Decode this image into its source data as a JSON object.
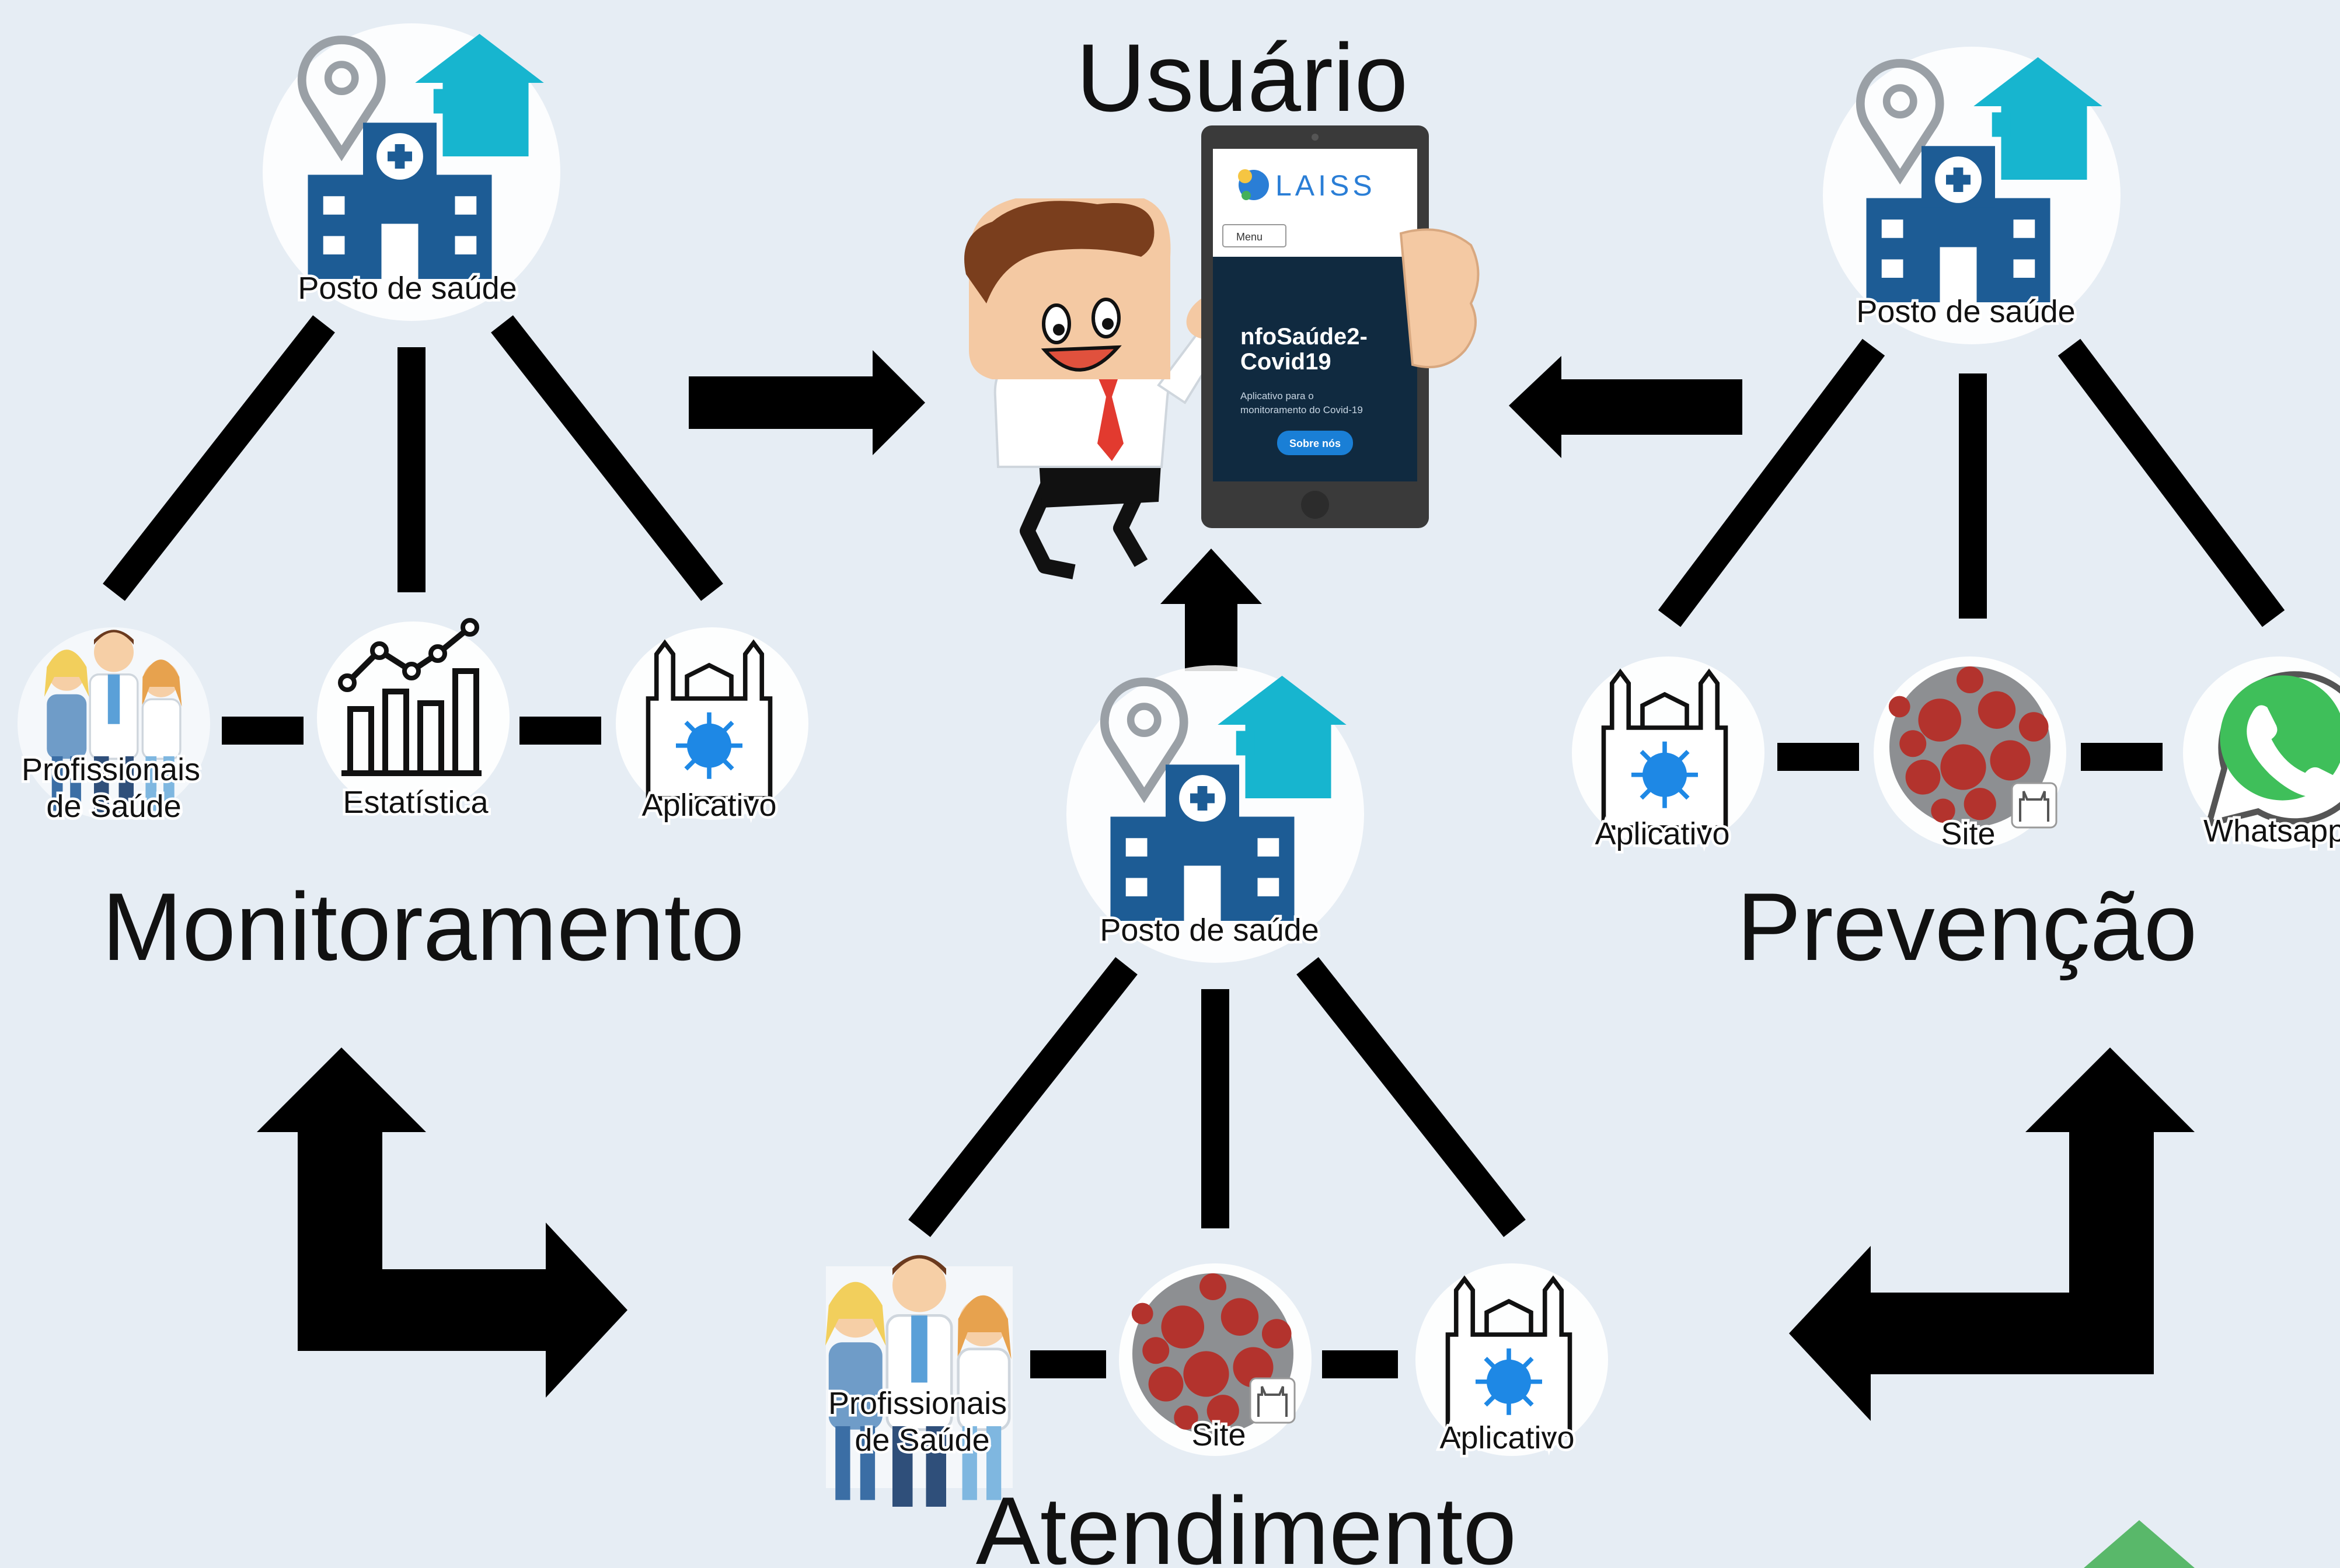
{
  "title": "Usuário",
  "sections": {
    "monitoramento": "Monitoramento",
    "prevencao": "Prevenção",
    "atendimento": "Atendimento"
  },
  "nodes": {
    "posto": "Posto de saúde",
    "profissionais_line1": "Profissionais",
    "profissionais_line2": "de Saúde",
    "estatistica": "Estatística",
    "aplicativo": "Aplicativo",
    "site": "Site",
    "whatsapp": "Whatsapp"
  },
  "phone": {
    "brand": "LAISS",
    "menu": "Menu",
    "headline_line1": "nfoSaúde2-",
    "headline_line2": "Covid19",
    "subtitle_line1": "Aplicativo para o",
    "subtitle_line2": "monitoramento do Covid-19",
    "button": "Sobre nós"
  },
  "colors": {
    "background": "#e6edf4",
    "hospital": "#1d5c95",
    "house": "#17b5cf",
    "virus": "#b3332d",
    "whatsapp": "#3fbf5a",
    "tie": "#e23a2f"
  },
  "icons": [
    "location-pin-icon",
    "hospital-icon",
    "house-icon",
    "virus-icon",
    "chart-icon",
    "app-icon",
    "whatsapp-icon",
    "doctors-icon"
  ]
}
